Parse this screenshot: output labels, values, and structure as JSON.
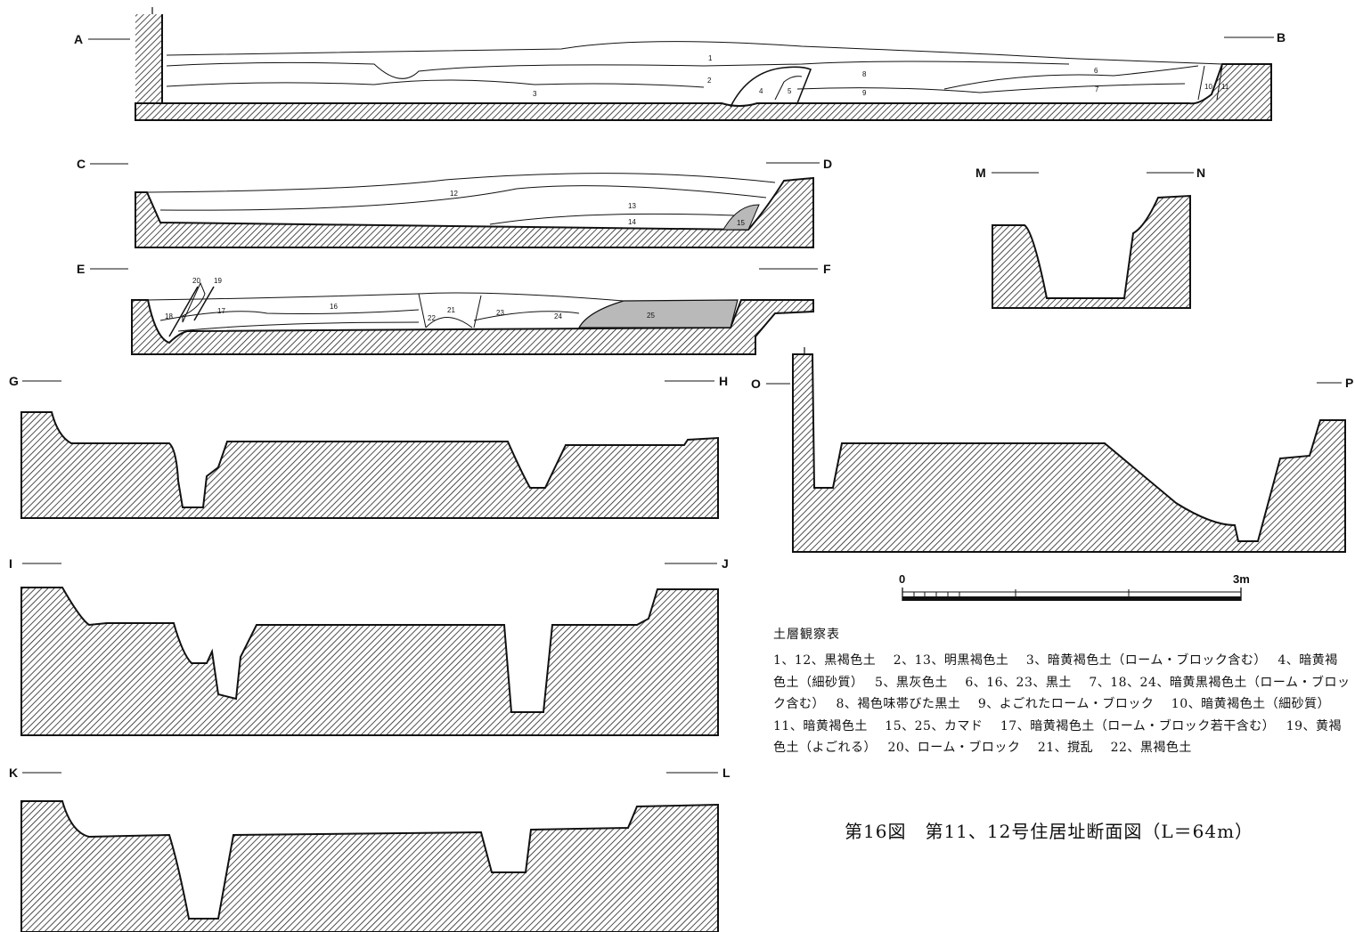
{
  "section_labels": {
    "A": "A",
    "B": "B",
    "C": "C",
    "D": "D",
    "E": "E",
    "F": "F",
    "G": "G",
    "H": "H",
    "I": "I",
    "J": "J",
    "K": "K",
    "L": "L",
    "M": "M",
    "N": "N",
    "O": "O",
    "P": "P"
  },
  "layer_numbers": [
    "1",
    "2",
    "3",
    "4",
    "5",
    "6",
    "7",
    "8",
    "9",
    "10",
    "11",
    "12",
    "13",
    "14",
    "15",
    "16",
    "17",
    "18",
    "19",
    "20",
    "21",
    "22",
    "23",
    "24",
    "25"
  ],
  "scale_bar": {
    "start": "0",
    "end": "3m"
  },
  "legend": {
    "title": "土層観察表",
    "entries": [
      "1、12、黒褐色土",
      "2、13、明黒褐色土",
      "3、暗黄褐色土（ローム・ブロック含む）",
      "4、暗黄褐色土（細砂質）",
      "5、黒灰色土",
      "6、16、23、黒土",
      "7、18、24、暗黄黒褐色土（ローム・ブロック含む）",
      "8、褐色味帯びた黒土",
      "9、よごれたローム・ブロック",
      "10、暗黄褐色土（細砂質）",
      "11、暗黄褐色土",
      "15、25、カマド",
      "17、暗黄褐色土（ローム・ブロック若干含む）",
      "19、黄褐色土（よごれる）",
      "20、ローム・ブロック",
      "21、撹乱",
      "22、黒褐色土"
    ]
  },
  "caption": "第16図　第11、12号住居址断面図（L＝64m）",
  "colors": {
    "ink": "#111111",
    "kamado_fill": "#b9b9b9",
    "paper": "#ffffff"
  }
}
